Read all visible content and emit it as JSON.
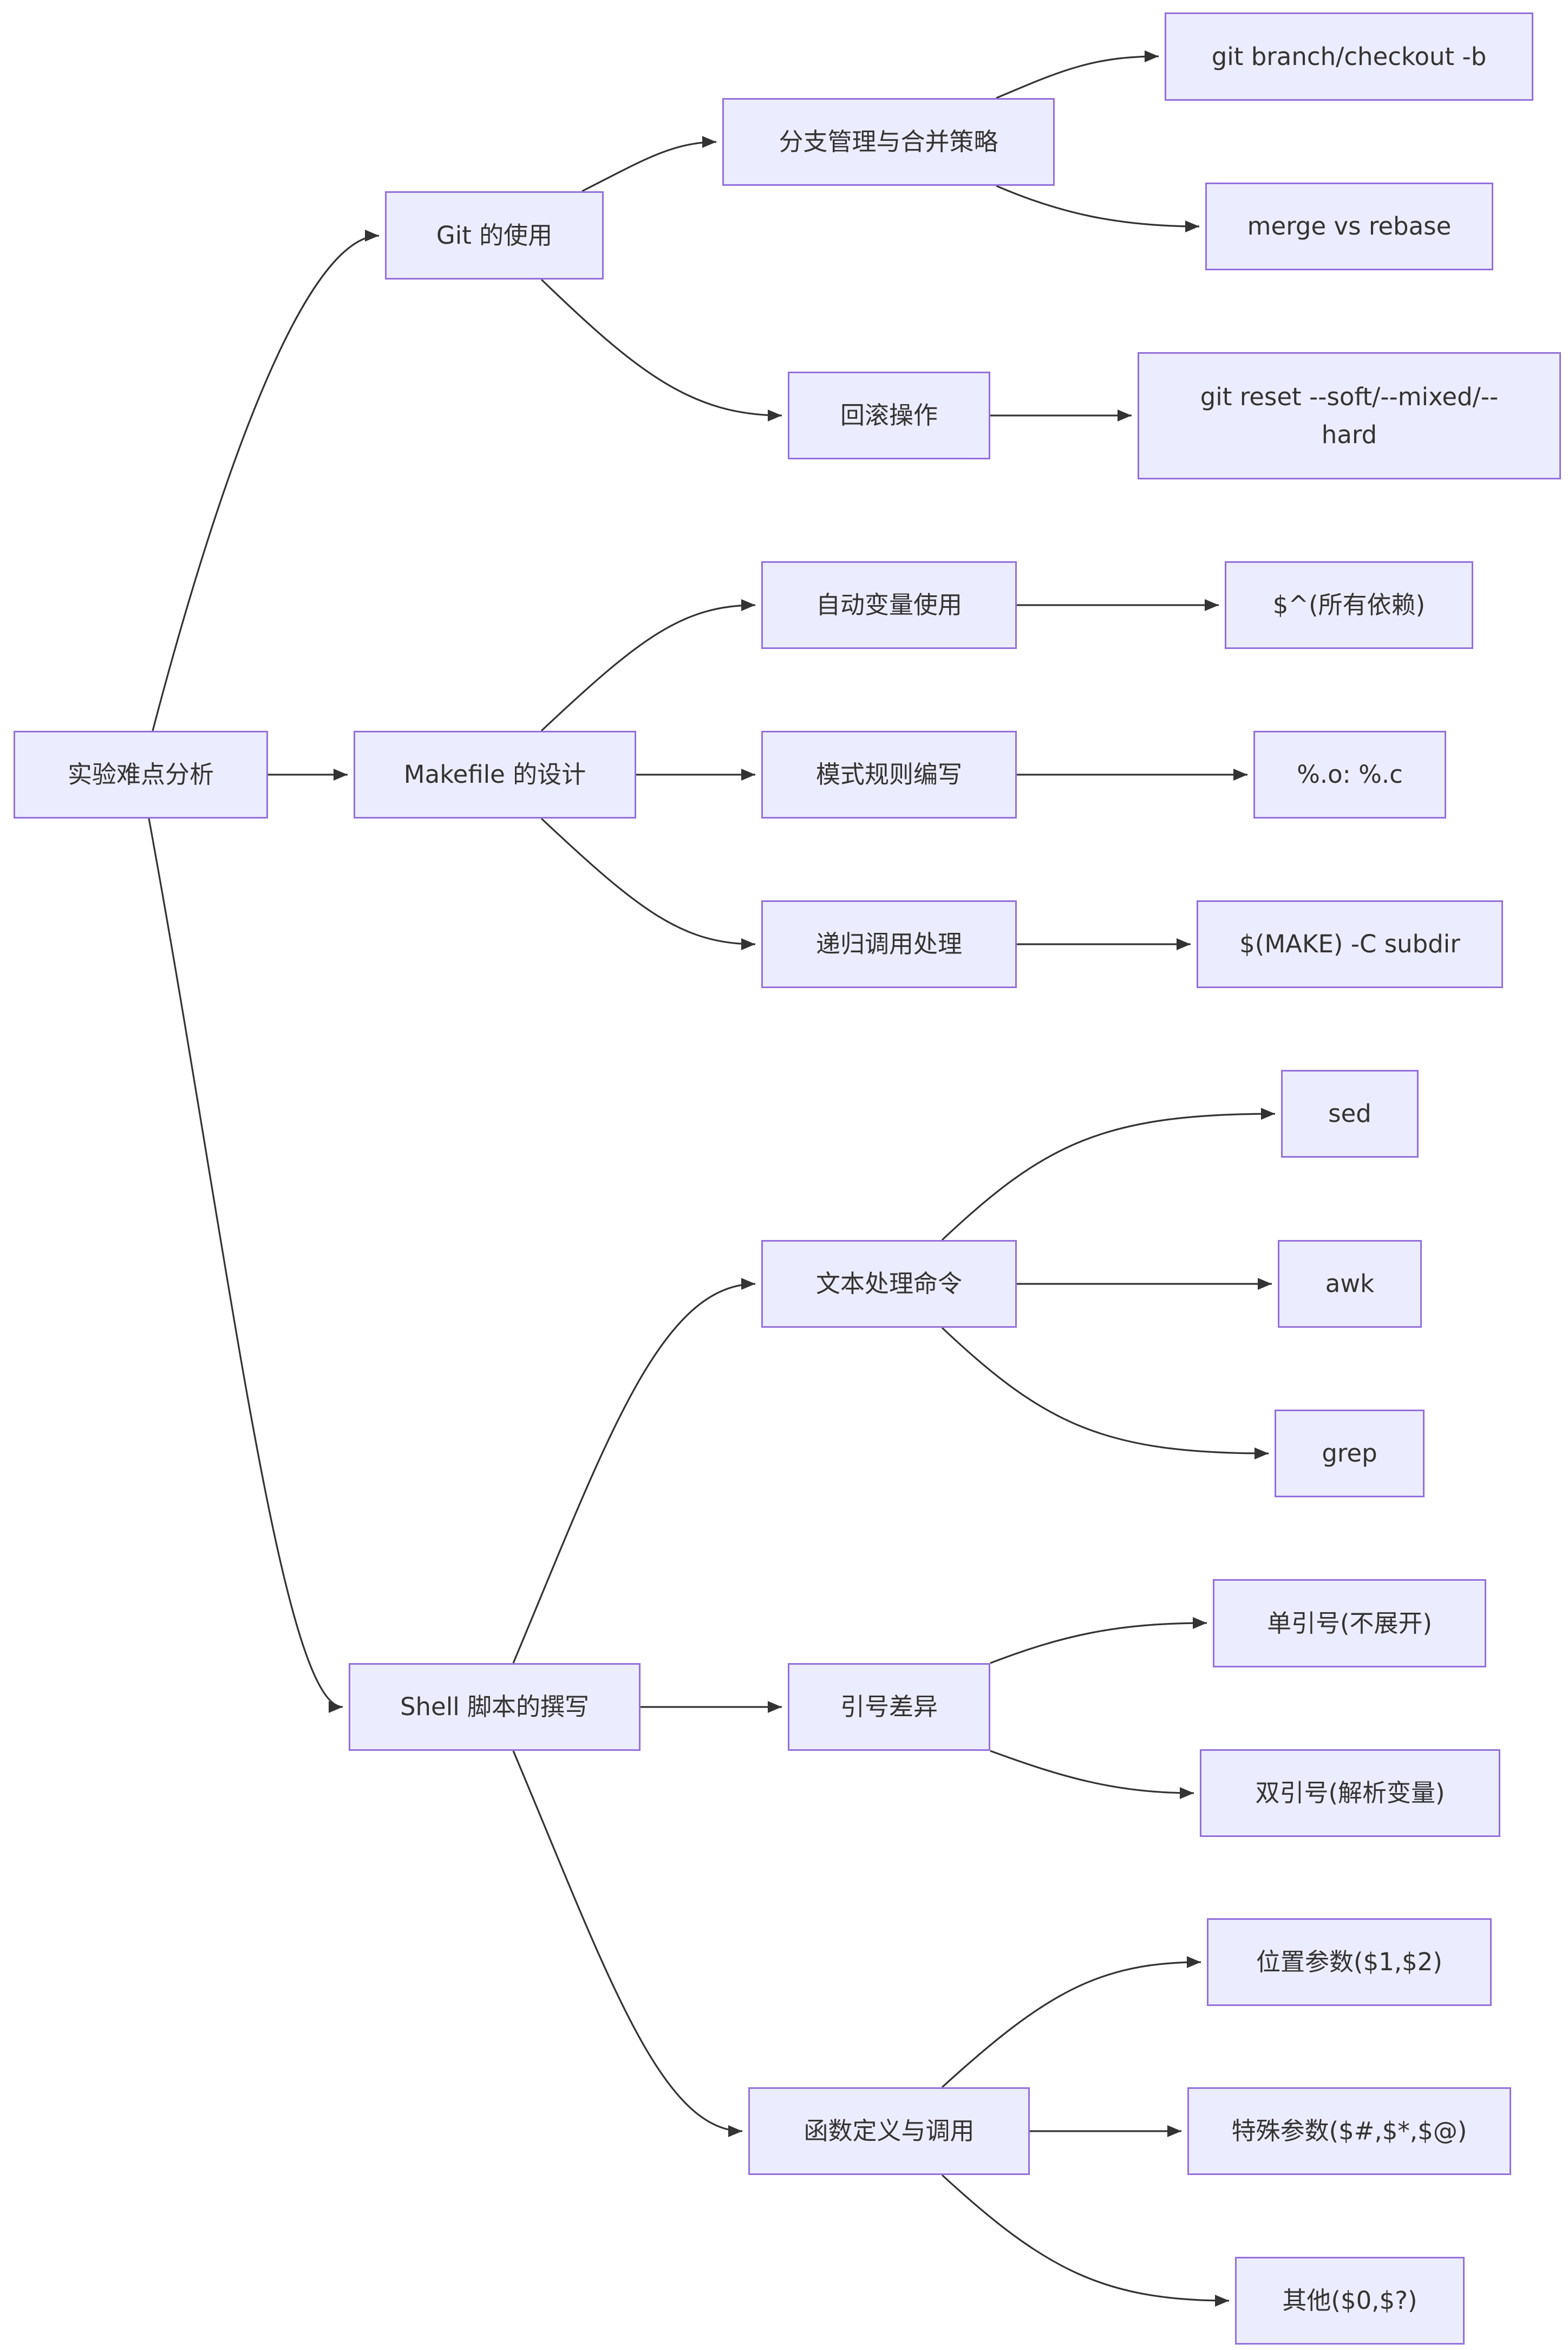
{
  "diagram": {
    "type": "flowchart",
    "direction": "left-to-right",
    "colors": {
      "node_fill": "#ececff",
      "node_border": "#9370db",
      "text": "#333333",
      "edge": "#333333"
    },
    "nodes": {
      "root": "实验难点分析",
      "git": "Git 的使用",
      "make": "Makefile 的设计",
      "shell": "Shell 脚本的撰写",
      "branch": "分支管理与合并策略",
      "rollback": "回滚操作",
      "autovar": "自动变量使用",
      "pattern": "模式规则编写",
      "recursive": "递归调用处理",
      "textcmd": "文本处理命令",
      "quote": "引号差异",
      "func": "函数定义与调用",
      "gitbranch": "git branch/checkout -b",
      "merge": "merge vs rebase",
      "reset_line1": "git reset --soft/--mixed/--",
      "reset_line2": "hard",
      "dollarcaret": "$^(所有依赖)",
      "patternex": "%.o: %.c",
      "makesub": "$(MAKE) -C subdir",
      "sed": "sed",
      "awk": "awk",
      "grep": "grep",
      "single": "单引号(不展开)",
      "double": "双引号(解析变量)",
      "pos": "位置参数($1,$2)",
      "special": "特殊参数($#,$*,$@)",
      "other": "其他($0,$?)"
    },
    "edges": [
      [
        "root",
        "git"
      ],
      [
        "root",
        "make"
      ],
      [
        "root",
        "shell"
      ],
      [
        "git",
        "branch"
      ],
      [
        "git",
        "rollback"
      ],
      [
        "branch",
        "gitbranch"
      ],
      [
        "branch",
        "merge"
      ],
      [
        "rollback",
        "reset"
      ],
      [
        "make",
        "autovar"
      ],
      [
        "make",
        "pattern"
      ],
      [
        "make",
        "recursive"
      ],
      [
        "autovar",
        "dollarcaret"
      ],
      [
        "pattern",
        "patternex"
      ],
      [
        "recursive",
        "makesub"
      ],
      [
        "shell",
        "textcmd"
      ],
      [
        "shell",
        "quote"
      ],
      [
        "shell",
        "func"
      ],
      [
        "textcmd",
        "sed"
      ],
      [
        "textcmd",
        "awk"
      ],
      [
        "textcmd",
        "grep"
      ],
      [
        "quote",
        "single"
      ],
      [
        "quote",
        "double"
      ],
      [
        "func",
        "pos"
      ],
      [
        "func",
        "special"
      ],
      [
        "func",
        "other"
      ]
    ]
  }
}
